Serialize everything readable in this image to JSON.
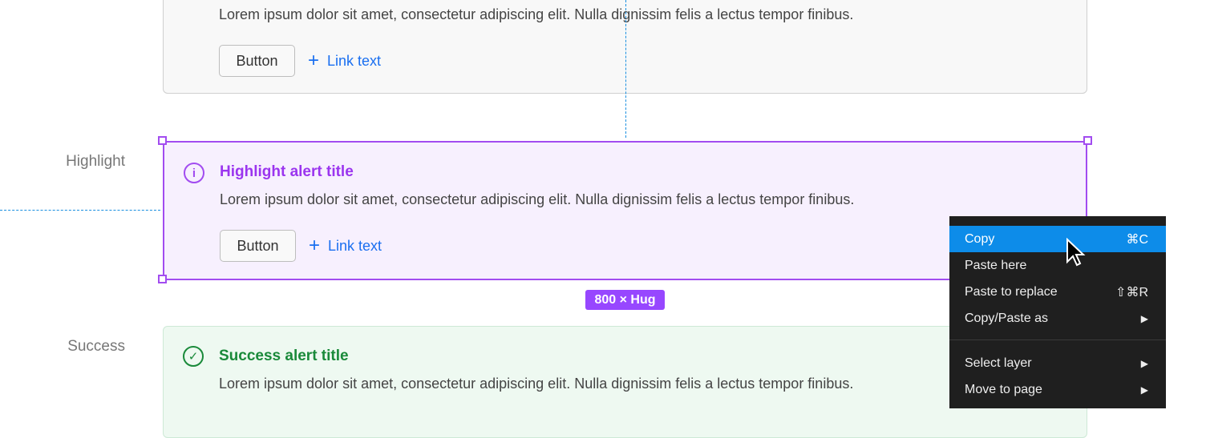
{
  "lorem": "Lorem ipsum dolor sit amet, consectetur adipiscing elit. Nulla dignissim felis a lectus tempor finibus.",
  "button_label": "Button",
  "link_label": "Link text",
  "highlight": {
    "label": "Highlight",
    "title": "Highlight alert title",
    "color": "#a24cf0"
  },
  "success": {
    "label": "Success",
    "title": "Success alert title",
    "color": "#1a8a3a"
  },
  "size_badge": "800 × Hug",
  "context_menu": {
    "items": [
      {
        "label": "Copy",
        "shortcut": "⌘C",
        "active": true
      },
      {
        "label": "Paste here",
        "shortcut": ""
      },
      {
        "label": "Paste to replace",
        "shortcut": "⇧⌘R"
      },
      {
        "label": "Copy/Paste as",
        "shortcut": "▶"
      },
      {
        "label": "Select layer",
        "shortcut": "▶"
      },
      {
        "label": "Move to page",
        "shortcut": "▶"
      }
    ]
  }
}
